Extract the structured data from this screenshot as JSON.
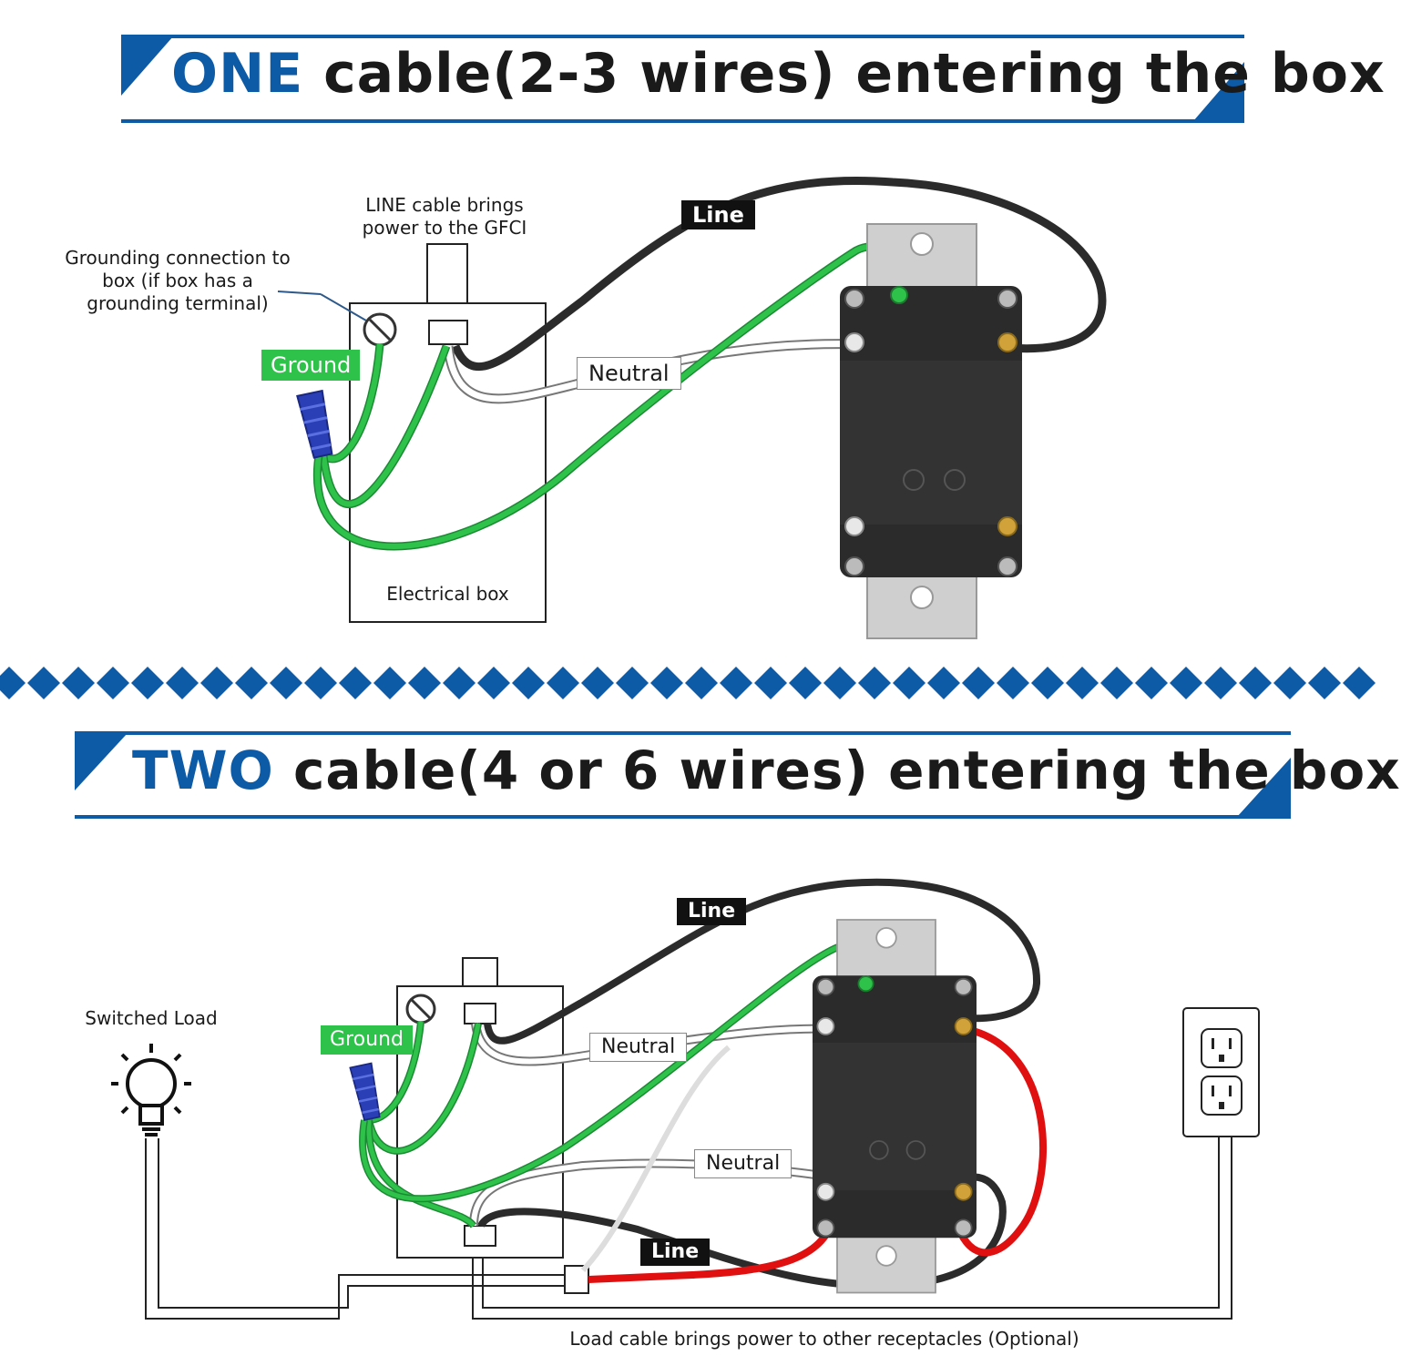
{
  "colors": {
    "accent_blue": "#0d5aa7",
    "wire_black": "#2b2b2b",
    "wire_green": "#2fc24a",
    "wire_white": "#ffffff",
    "wire_red": "#e01010",
    "connector_blue": "#2a3fb5",
    "device_body": "#2a2a2a",
    "strap_gray": "#c9c9c9"
  },
  "section_one": {
    "title_highlight": "ONE",
    "title_rest": " cable(2-3 wires) entering the box",
    "line_cable_note_1": "LINE cable brings",
    "line_cable_note_2": "power to the GFCI",
    "ground_note_1": "Grounding connection to",
    "ground_note_2": "box (if box has a",
    "ground_note_3": "grounding terminal)",
    "tag_line": "Line",
    "tag_neutral": "Neutral",
    "tag_ground": "Ground",
    "box_label": "Electrical box"
  },
  "section_two": {
    "title_highlight": "TWO",
    "title_rest": " cable(4 or 6 wires) entering the box",
    "switched_load": "Switched Load",
    "tag_line_top": "Line",
    "tag_line_bottom": "Line",
    "tag_neutral_top": "Neutral",
    "tag_neutral_bottom": "Neutral",
    "tag_ground": "Ground",
    "load_cable_note": "Load cable brings power to other receptacles (Optional)"
  },
  "icons": [
    "light-bulb-icon",
    "duplex-outlet-icon",
    "wire-nut-icon",
    "ground-screw-icon",
    "gfci-receptacle-icon"
  ]
}
